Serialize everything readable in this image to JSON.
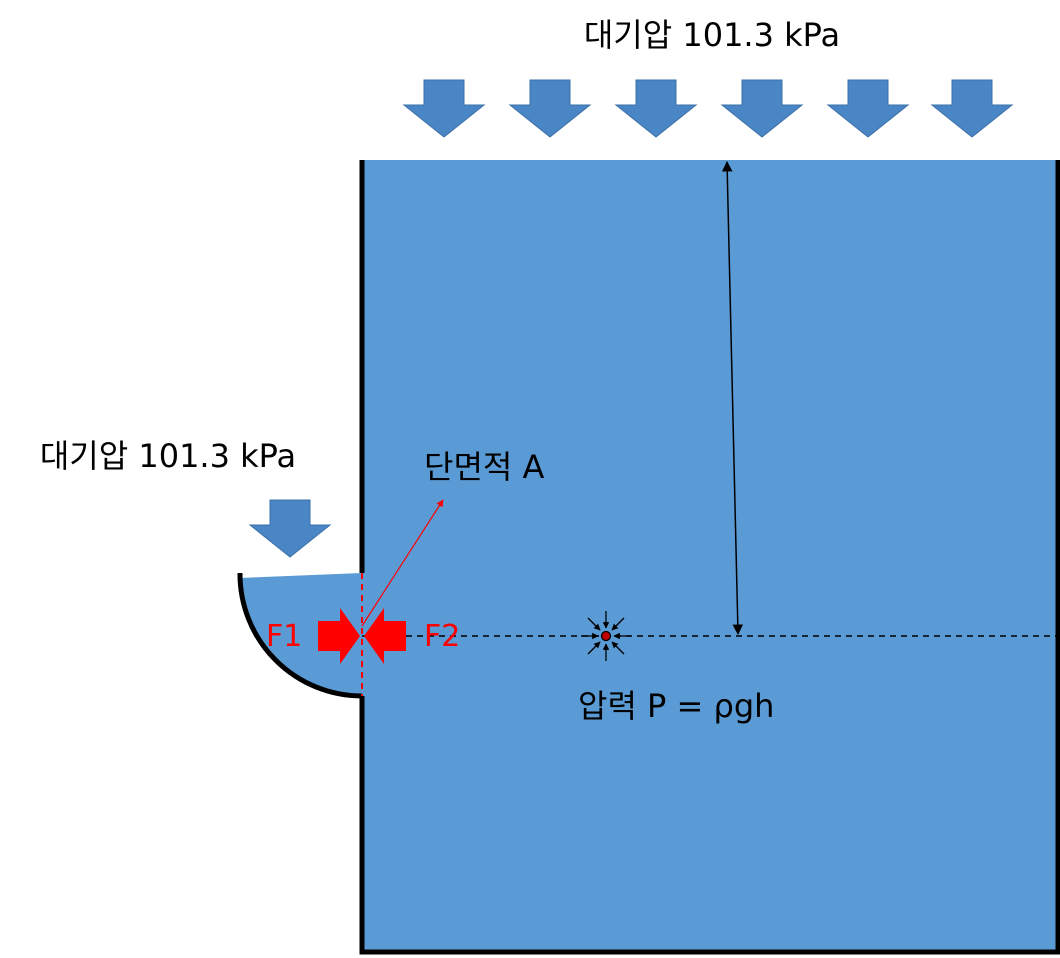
{
  "labels": {
    "atm_top": "대기압 101.3 kPa",
    "atm_left": "대기압 101.3 kPa",
    "area": "단면적 A",
    "force1": "F1",
    "force2": "F2",
    "pressure": "압력 P = ρgh"
  },
  "colors": {
    "water": "#5b9bd5",
    "arrow": "#4a86c5",
    "force": "#ff0000",
    "wall": "#000000",
    "point": "#c00000"
  }
}
